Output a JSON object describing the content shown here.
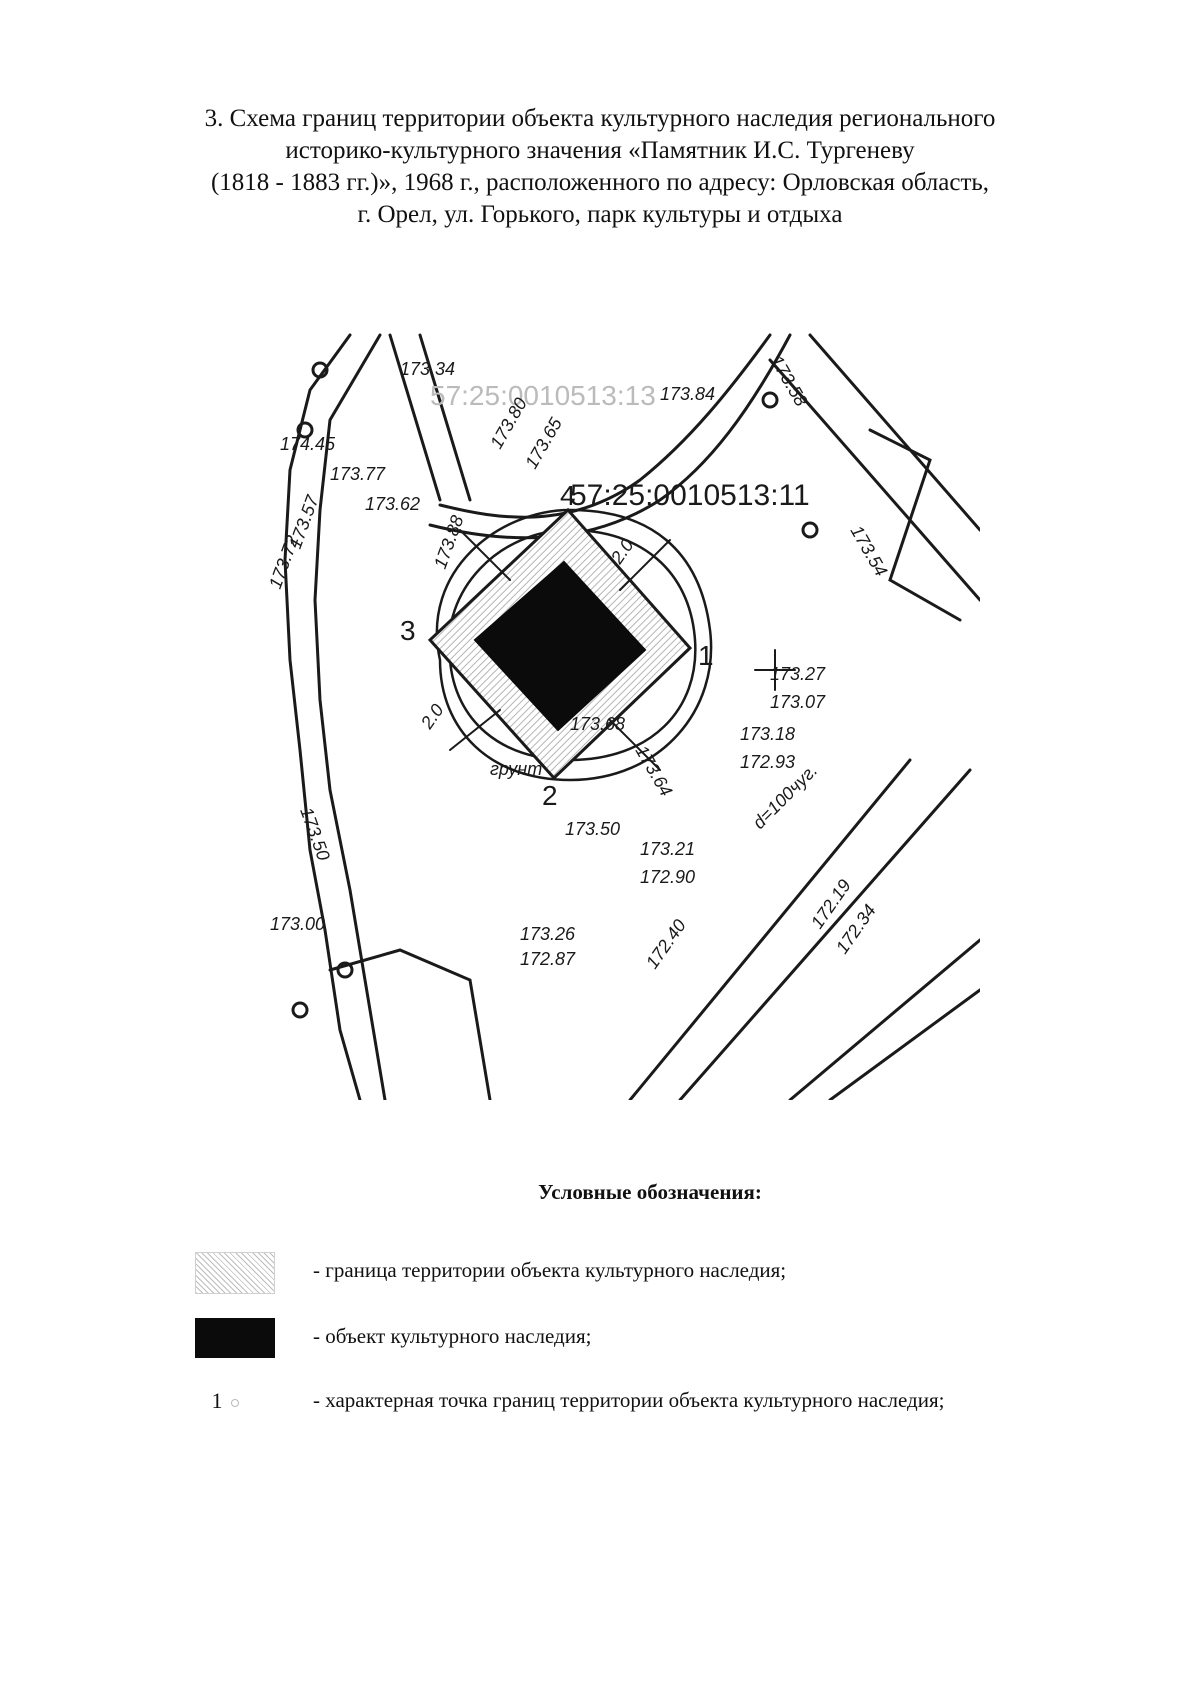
{
  "title_lines": [
    "3. Схема границ территории объекта культурного наследия регионального",
    "историко-культурного значения «Памятник И.С. Тургеневу",
    "(1818 - 1883 гг.)», 1968 г., расположенного по адресу: Орловская область,",
    "г. Орел, ул. Горького, парк культуры и отдыха"
  ],
  "map": {
    "parcel_labels": [
      "57:25:0010513:11",
      "57:25:0010513:13"
    ],
    "corner_points": [
      "1",
      "2",
      "3",
      "4"
    ],
    "elevations": [
      "173.34",
      "173.84",
      "173.58",
      "174.45",
      "173.77",
      "173.62",
      "173.57",
      "173.72",
      "173.80",
      "173.65",
      "173.88",
      "173.68",
      "173.64",
      "173.27",
      "173.07",
      "173.18",
      "172.93",
      "173.50",
      "173.21",
      "172.90",
      "173.26",
      "172.87",
      "172.40",
      "172.19",
      "172.34",
      "173.54",
      "173.00",
      "173.50"
    ],
    "offsets": [
      "2.0",
      "2.0"
    ],
    "misc_labels": [
      "грунт",
      "d=100чуг."
    ]
  },
  "legend": {
    "title": "Условные обозначения:",
    "items": [
      {
        "symbol": "hatch",
        "text": "- граница территории объекта культурного наследия;"
      },
      {
        "symbol": "solid",
        "text": "- объект культурного наследия;"
      },
      {
        "symbol": "point",
        "label": "1",
        "text": "- характерная точка границ территории объекта культурного наследия;"
      }
    ]
  },
  "colors": {
    "ink": "#111111",
    "object": "#0b0b0b",
    "hatch": "#bdbdbd"
  }
}
